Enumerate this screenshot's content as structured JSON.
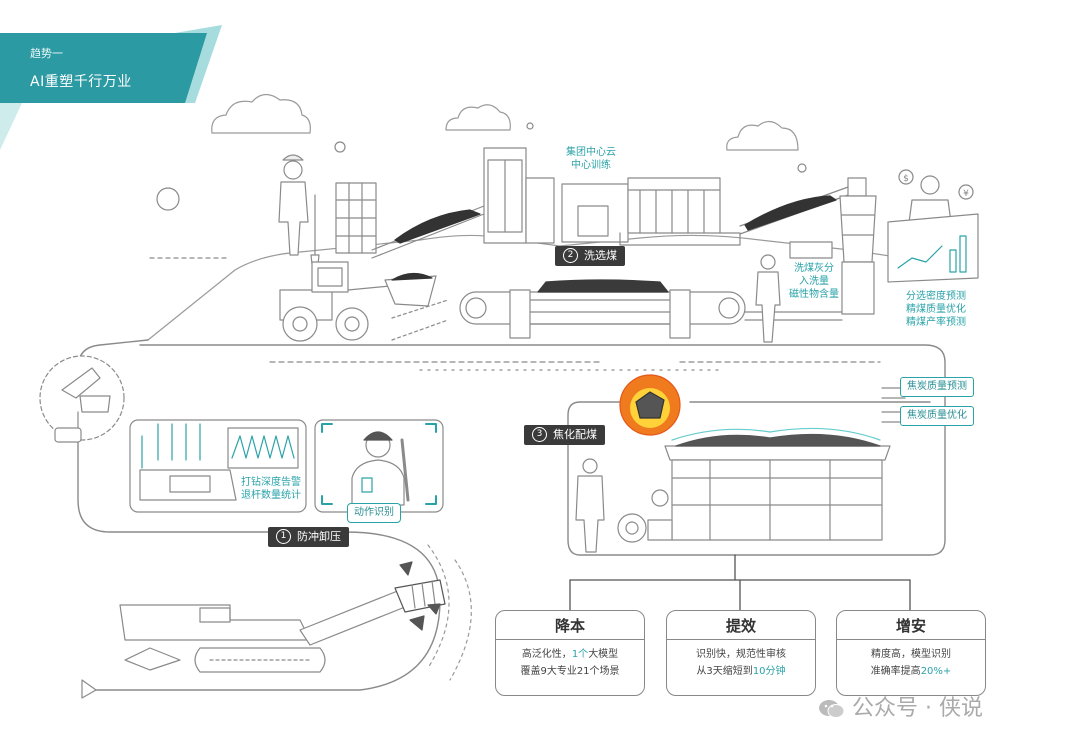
{
  "banner": {
    "kicker": "趋势一",
    "title": "AI重塑千行万业"
  },
  "colors": {
    "teal": "#2aa3a8",
    "banner_dark": "#2c9aa2",
    "banner_light": "#a6dcde",
    "line": "#8a8a8a",
    "tag_bg": "#3a3a3a",
    "flame": "#f07a1e"
  },
  "top": {
    "cloud_label": "集团中心云\n中心训练",
    "wash_tag_num": "2",
    "wash_tag": "洗选煤",
    "wash_note": "洗煤灰分\n入洗量\n磁性物含量",
    "predict_note": "分选密度预测\n精煤质量优化\n精煤产率预测"
  },
  "left": {
    "drill_note": "打钻深度告警\n退杆数量统计",
    "action_pill": "动作识别",
    "mine_tag_num": "1",
    "mine_tag": "防冲卸压"
  },
  "right": {
    "coking_tag_num": "3",
    "coking_tag": "焦化配煤",
    "badge1": "焦炭质量预测",
    "badge2": "焦炭质量优化"
  },
  "cards": [
    {
      "title": "降本",
      "l1a": "高泛化性，",
      "l1h": "1个",
      "l1b": "大模型",
      "l2a": "覆盖9大专业21个场景",
      "l2h": "",
      "l2b": ""
    },
    {
      "title": "提效",
      "l1a": "识别快，规范性审核",
      "l1h": "",
      "l1b": "",
      "l2a": "从3天缩短到",
      "l2h": "10分钟",
      "l2b": ""
    },
    {
      "title": "增安",
      "l1a": "精度高，模型识别",
      "l1h": "",
      "l1b": "",
      "l2a": "准确率提高",
      "l2h": "20%+",
      "l2b": ""
    }
  ],
  "watermark": "公众号 · 侠说",
  "icons": [
    "wechat-icon",
    "coin-icon",
    "yen-icon",
    "flame-icon",
    "cloud-icon"
  ]
}
